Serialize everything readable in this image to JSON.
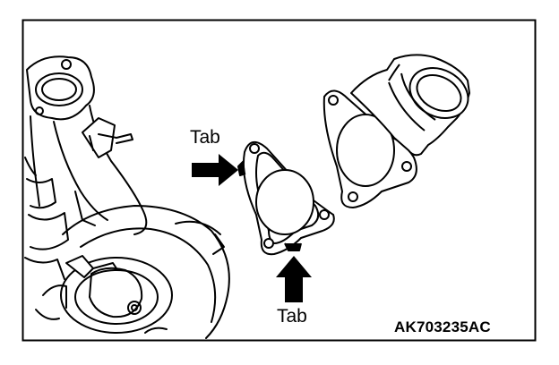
{
  "callouts": {
    "tab_left": "Tab",
    "tab_bottom": "Tab"
  },
  "figure_code": "AK703235AC",
  "colors": {
    "line": "#000000",
    "paper": "#ffffff"
  }
}
